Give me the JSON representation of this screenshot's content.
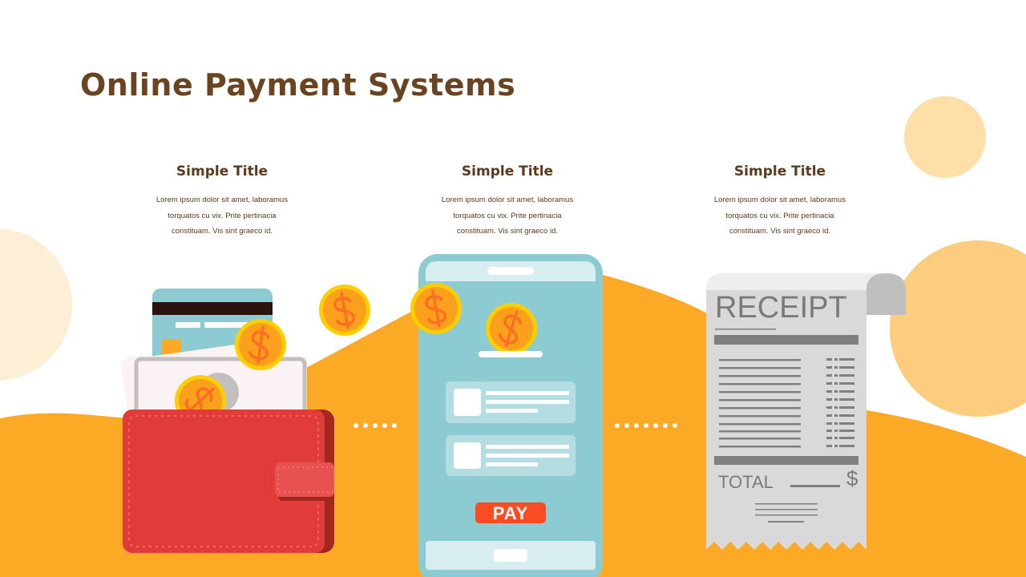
{
  "slide": {
    "title": "Online Payment Systems"
  },
  "columns": [
    {
      "title": "Simple Title",
      "body_lines": [
        "Lorem ipsum dolor sit amet, laboramus",
        "torquatos cu vix. Prite pertinacia",
        "constituam. Vis sint graeco id."
      ],
      "illustration": "wallet-with-card-cash-coins"
    },
    {
      "title": "Simple Title",
      "body_lines": [
        "Lorem ipsum dolor sit amet, laboramus",
        "torquatos cu vix. Prite pertinacia",
        "constituam. Vis sint graeco id."
      ],
      "illustration": "smartphone-payment-app"
    },
    {
      "title": "Simple Title",
      "body_lines": [
        "Lorem ipsum dolor sit amet, laboramus",
        "torquatos cu vix. Prite pertinacia",
        "constituam. Vis sint graeco id."
      ],
      "illustration": "paper-receipt"
    }
  ],
  "phone": {
    "pay_button_label": "PAY"
  },
  "receipt": {
    "heading": "RECEIPT",
    "total_label": "TOTAL",
    "currency_symbol": "$"
  },
  "icons": {
    "coin": "dollar-coin-icon",
    "currency": "$"
  },
  "colors": {
    "title_brown": "#6a4420",
    "orange_hill": "#fcaa25",
    "light_peach": "#fdefd6",
    "peach_circle": "#fedfa8",
    "peach_circle_big": "#fccd7e",
    "wallet_red": "#e23c3a",
    "wallet_dark": "#a3271f",
    "phone_teal": "#8ccbd1",
    "phone_light": "#d8edf0",
    "pay_red": "#fb4b23",
    "coin_gold": "#ffce00",
    "coin_orange": "#fba01c",
    "coin_symbol": "#fb6f22",
    "receipt_gray": "#d9d9d9",
    "receipt_dark": "#7f7f7f"
  }
}
